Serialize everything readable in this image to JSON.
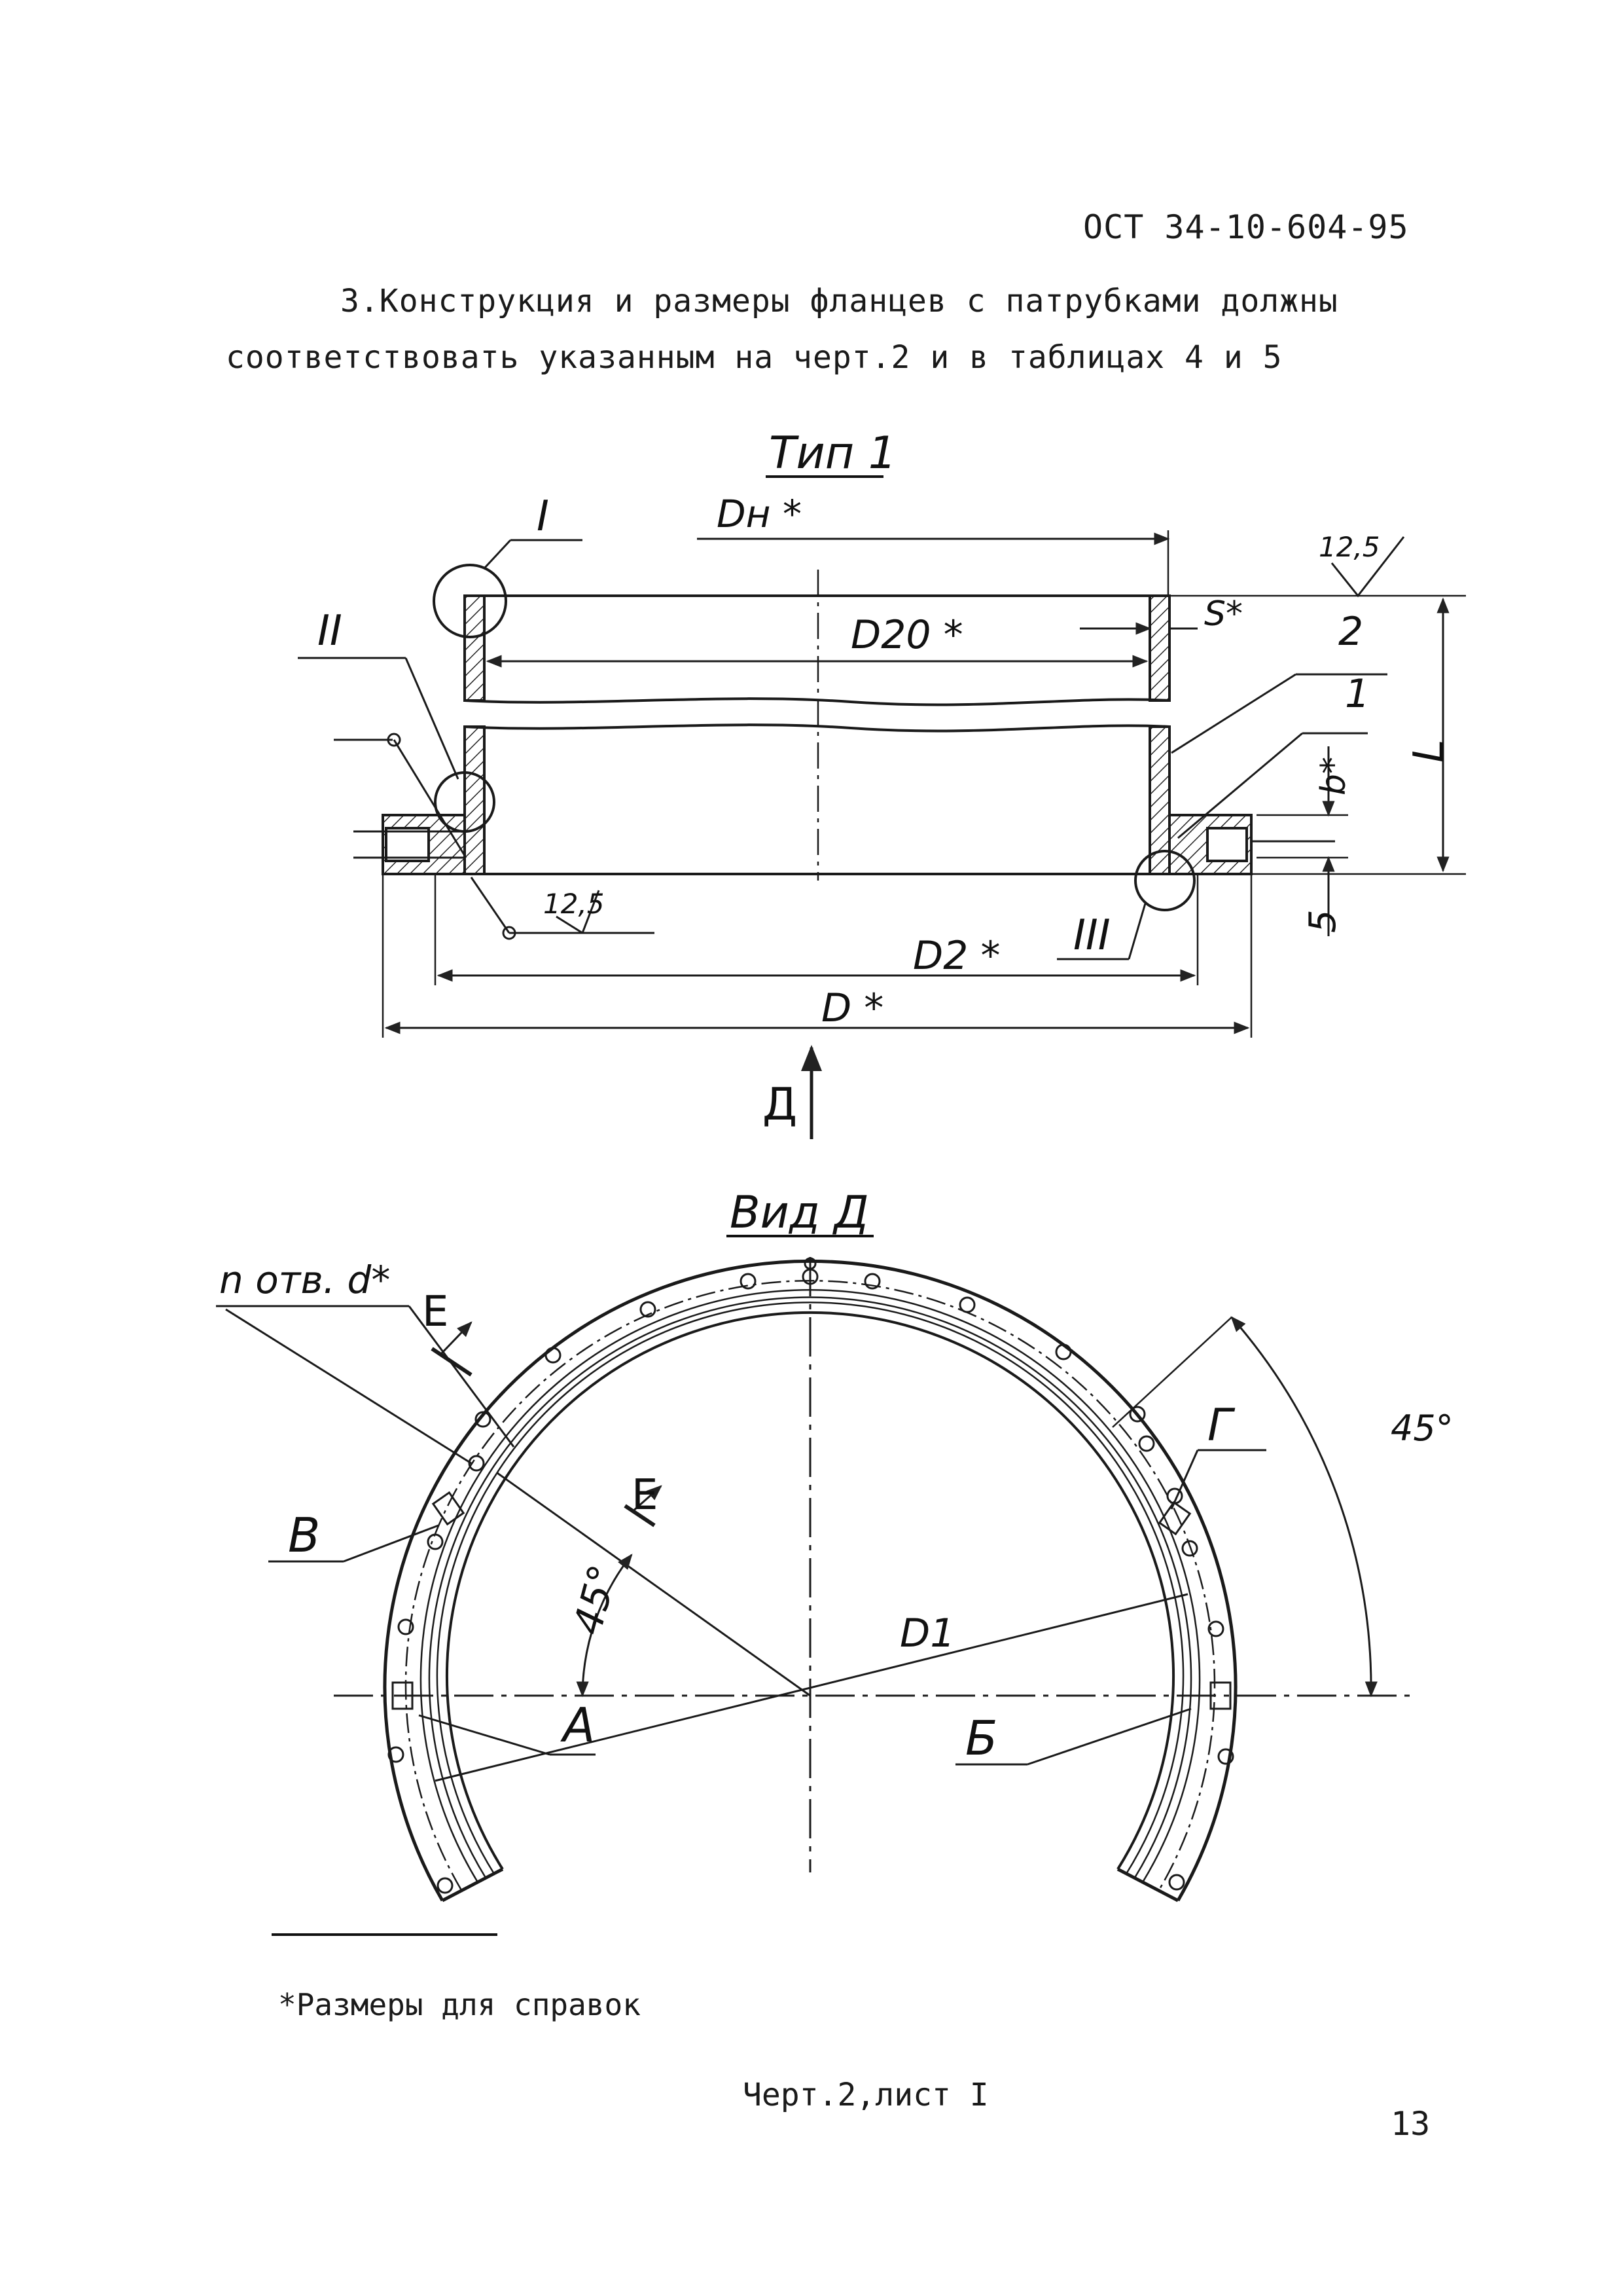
{
  "header": {
    "doc_code": "ОСТ 34-10-604-95"
  },
  "paragraph": {
    "line1": "3.Конструкция и размеры фланцев с патрубками должны",
    "line2": "соответствовать указанным на черт.2 и в таблицах 4 и 5"
  },
  "drawing_top": {
    "title": "Тип 1",
    "labels": {
      "dh": "Dн *",
      "d20": "D20 *",
      "s": "S*",
      "num2": "2",
      "num1": "1",
      "b": "b*",
      "L": "L",
      "roughness1": "12,5",
      "roughness2": "12,5",
      "d2": "D2 *",
      "d": "D *",
      "dim5": "5",
      "callout1": "I",
      "callout2": "II",
      "callout3": "III",
      "view_arrow": "Д"
    }
  },
  "drawing_bottom": {
    "title": "Вид Д",
    "labels": {
      "holes": "n отв. d*",
      "e1": "E",
      "e2": "E",
      "g": "Г",
      "angle1": "45°",
      "angle2": "45°",
      "v": "В",
      "a": "А",
      "b": "Б",
      "d1": "D1"
    }
  },
  "footnote": "*Размеры для справок",
  "caption": "Черт.2,лист I",
  "page_number": "13"
}
